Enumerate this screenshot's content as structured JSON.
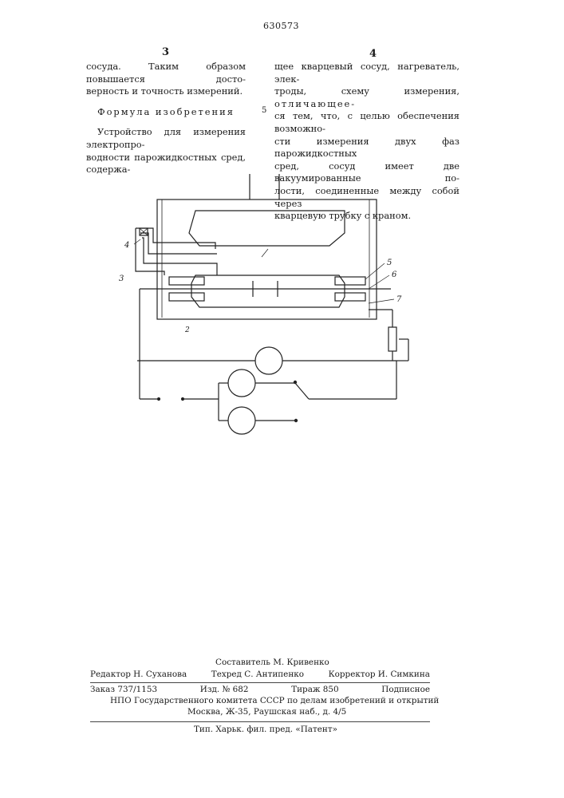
{
  "header": {
    "patent_number": "630573",
    "page_left": "3",
    "page_right": "4"
  },
  "left_column": {
    "continuation_line1": "сосуда. Таким образом повышается досто-",
    "continuation_line2": "верность и точность измерений.",
    "heading": "Формула изобретения",
    "claim_line1": "Устройство для измерения электропро-",
    "claim_line2": "водности парожидкостных сред, содержа-"
  },
  "right_column": {
    "line1": "щее кварцевый сосуд, нагреватель, элек-",
    "line2_before": "троды, схему измерения, ",
    "line2_spaced": "отличающее-",
    "line3": "ся тем, что, с целью обеспечения возможно-",
    "line4": "сти измерения двух фаз парожидкостных",
    "line5": "сред, сосуд имеет две вакуумированные по-",
    "line6": "лости, соединенные между собой через",
    "line7": "кварцевую трубку с краном."
  },
  "line_number": "5",
  "diagram_labels": {
    "l2": "2",
    "l3": "3",
    "l4": "4",
    "l5": "5",
    "l6": "6",
    "l7": "7"
  },
  "imprint": {
    "composer": "Составитель М. Кривенко",
    "editor": "Редактор Н. Суханова",
    "techred": "Техред С. Антипенко",
    "corrector": "Корректор И. Симкина",
    "order": "Заказ 737/1153",
    "izd": "Изд. № 682",
    "tirazh": "Тираж 850",
    "podpisnoe": "Подписное",
    "npo": "НПО Государственного комитета СССР по делам изобретений и открытий",
    "address": "Москва, Ж-35, Раушская наб., д. 4/5",
    "printer": "Тип. Харьк. фил. пред. «Патент»"
  }
}
